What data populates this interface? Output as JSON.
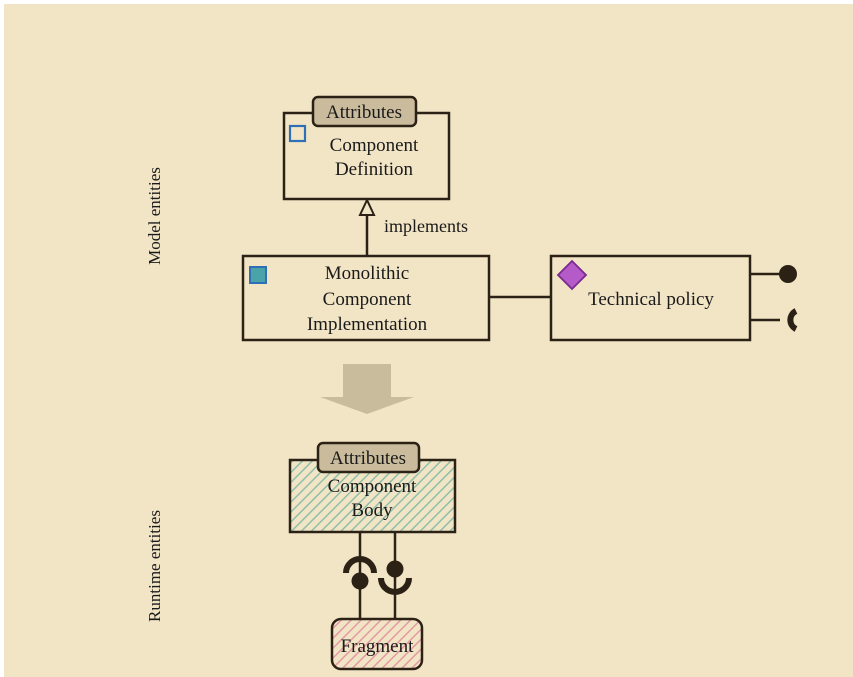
{
  "diagram": {
    "side_labels": {
      "model": "Model entities",
      "runtime": "Runtime entities"
    },
    "component_definition": {
      "badge": "Attributes",
      "line1": "Component",
      "line2": "Definition"
    },
    "implements_label": "implements",
    "monolithic_implementation": {
      "line1": "Monolithic",
      "line2": "Component",
      "line3": "Implementation"
    },
    "technical_policy": {
      "label": "Technical policy"
    },
    "component_body": {
      "badge": "Attributes",
      "line1": "Component",
      "line2": "Body"
    },
    "fragment": {
      "label": "Fragment"
    },
    "colors": {
      "background": "#f2e5c6",
      "badge_fill": "#c9bb9b",
      "stroke": "#2b2115",
      "arrow_fill": "#c8bc9c",
      "definition_marker": "#2e6fb5",
      "implementation_marker": "#4aa3a8",
      "policy_marker": "#b45bc9"
    }
  }
}
